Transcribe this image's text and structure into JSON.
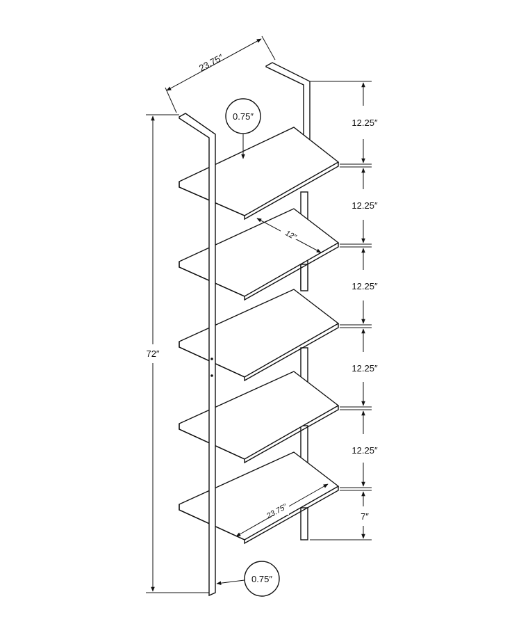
{
  "dimensions": {
    "top_width": "23.75″",
    "shelf_spacing": [
      "12.25″",
      "12.25″",
      "12.25″",
      "12.25″",
      "12.25″"
    ],
    "bottom_gap": "7″",
    "total_height": "72″",
    "shelf_depth": "12″",
    "shelf_width": "23.75″",
    "shelf_thickness": "0.75″",
    "frame_thickness": "0.75″"
  }
}
